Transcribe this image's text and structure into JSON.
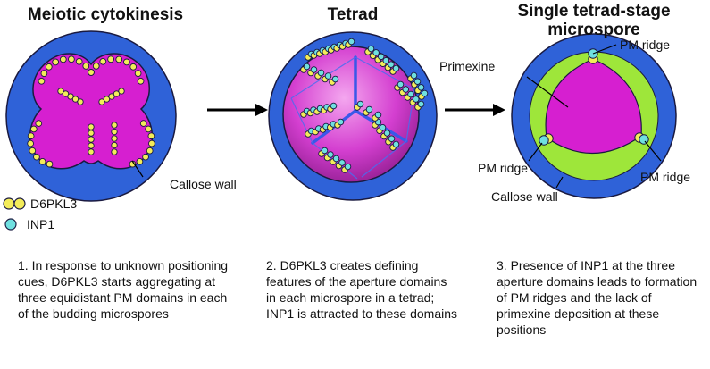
{
  "panels": {
    "p1": {
      "title": "Meiotic cytokinesis",
      "callout": "Callose wall",
      "caption": "1. In response to unknown positioning cues, D6PKL3 starts aggregating at three equidistant PM domains in each of the budding microspores"
    },
    "p2": {
      "title": "Tetrad",
      "caption": "2. D6PKL3 creates defining features of the aperture domains in each microspore in a tetrad; INP1 is attracted to these domains"
    },
    "p3": {
      "title_line1": "Single tetrad-stage",
      "title_line2": "microspore",
      "primexine": "Primexine",
      "pm_ridge_top": "PM ridge",
      "pm_ridge_left": "PM ridge",
      "pm_ridge_right": "PM ridge",
      "callose": "Callose wall",
      "caption": "3. Presence of INP1 at the three aperture domains leads to formation of PM ridges and the lack of primexine deposition at these positions"
    }
  },
  "legend": {
    "d6pkl3": "D6PKL3",
    "inp1": "INP1"
  },
  "colors": {
    "callose_blue": "#2f62d8",
    "cytoplasm_magenta": "#d61fd0",
    "primexine_green": "#9ee63a",
    "d6pkl3_yellow": "#f3ec5a",
    "inp1_cyan": "#6fe0e0",
    "outline": "#1a1a40"
  }
}
